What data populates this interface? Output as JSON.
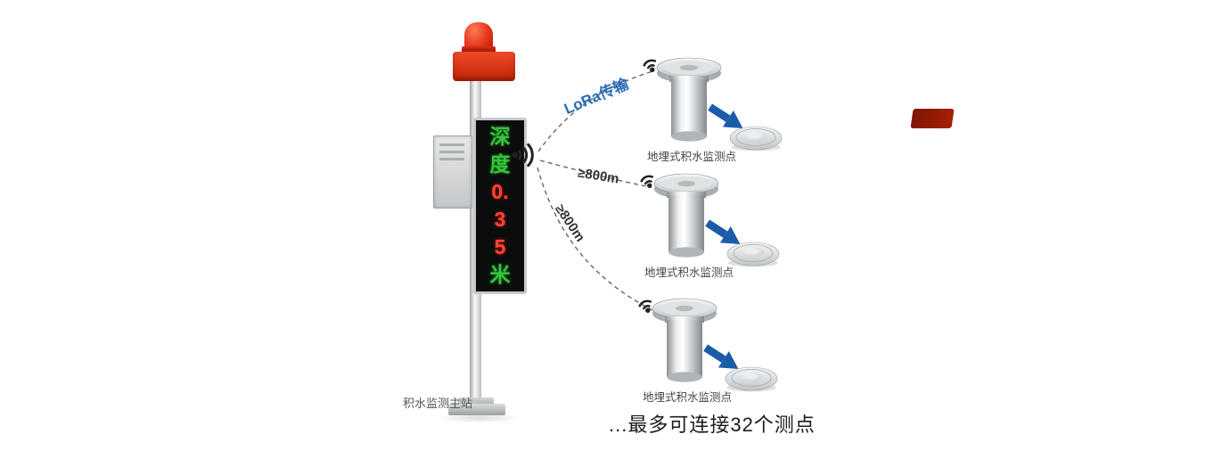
{
  "main_station": {
    "label": "积水监测主站",
    "display_chars": [
      "深",
      "度",
      "0.",
      "3",
      "5",
      "米"
    ],
    "display_colors": [
      "green",
      "green",
      "red",
      "red",
      "red",
      "green"
    ]
  },
  "links": {
    "lora_label": "LoRa传输",
    "distance_label_1": "≥800m",
    "distance_label_2": "≥800m"
  },
  "sensors": [
    {
      "label": "地埋式积水监测点"
    },
    {
      "label": "地埋式积水监测点"
    },
    {
      "label": "地埋式积水监测点"
    }
  ],
  "footer_note": "...最多可连接32个测点",
  "icons": {
    "wifi": "wifi-signal-icon",
    "arrow": "blue-arrow-icon",
    "beacon": "alarm-beacon-icon"
  },
  "colors": {
    "alarm_red": "#e2331b",
    "lora_text_blue": "#2a6bb5",
    "arrow_blue": "#1b5ca8",
    "led_green": "#35c43b",
    "led_red": "#ff4538",
    "metal_gray": "#c6cacc",
    "line_gray": "#666666"
  }
}
